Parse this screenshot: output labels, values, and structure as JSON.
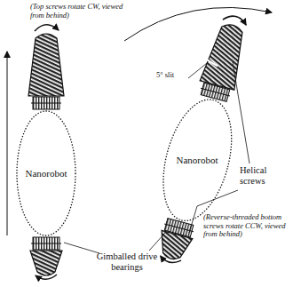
{
  "diagram": {
    "nodes": [
      {
        "text": [
          "Nanorobot"
        ]
      },
      {
        "text": [
          "Nanorobot"
        ]
      }
    ],
    "labels": [
      "(Top screws rotate CW, viewed from behind)",
      "5° slit",
      "Helical screws",
      "(Reverse-threaded bottom screws rotate CCW, viewed from behind)",
      "Gimballed drive bearings"
    ]
  }
}
